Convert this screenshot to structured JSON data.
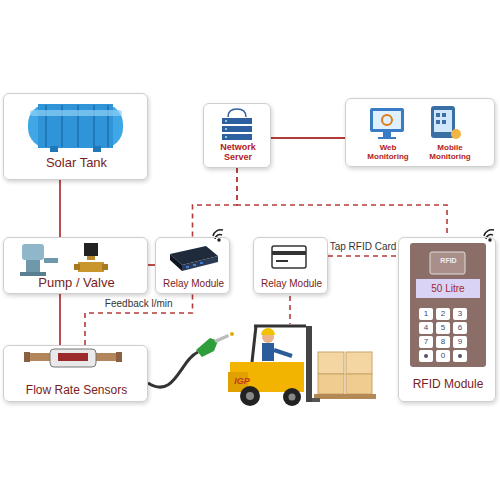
{
  "diagram": {
    "nodes": [
      {
        "text": [
          "Solar Tank"
        ]
      },
      {
        "text": [
          "Network Server"
        ]
      },
      {
        "text": [
          "Web Monitoring",
          "Mobile Monitoring"
        ]
      },
      {
        "text": [
          "Pump / Valve"
        ]
      },
      {
        "text": [
          "Relay Module"
        ]
      },
      {
        "text": [
          "Relay Module"
        ]
      },
      {
        "text": [
          "RFID",
          "50 Litre",
          "RFID Module"
        ]
      },
      {
        "text": [
          "Flow Rate Sensors"
        ]
      }
    ],
    "edges": [
      {
        "from": 0,
        "to": 3,
        "arrow": "none"
      },
      {
        "from": 3,
        "to": 4,
        "arrow": "none"
      },
      {
        "from": 3,
        "to": 7,
        "arrow": "none"
      },
      {
        "from": 1,
        "to": 2,
        "arrow": "none"
      },
      {
        "from": 1,
        "to": 4,
        "arrow": "none"
      },
      {
        "from": 1,
        "to": 6,
        "arrow": "none"
      },
      {
        "from": 5,
        "to": 6,
        "label": "Tap RFID Card",
        "arrow": "none"
      },
      {
        "from": 7,
        "to": 4,
        "label": "Feedback l/min",
        "arrow": "none"
      }
    ],
    "labels": [
      "1",
      "2",
      "3",
      "4",
      "5",
      "6",
      "7",
      "8",
      "9",
      "0",
      "IGP"
    ]
  }
}
